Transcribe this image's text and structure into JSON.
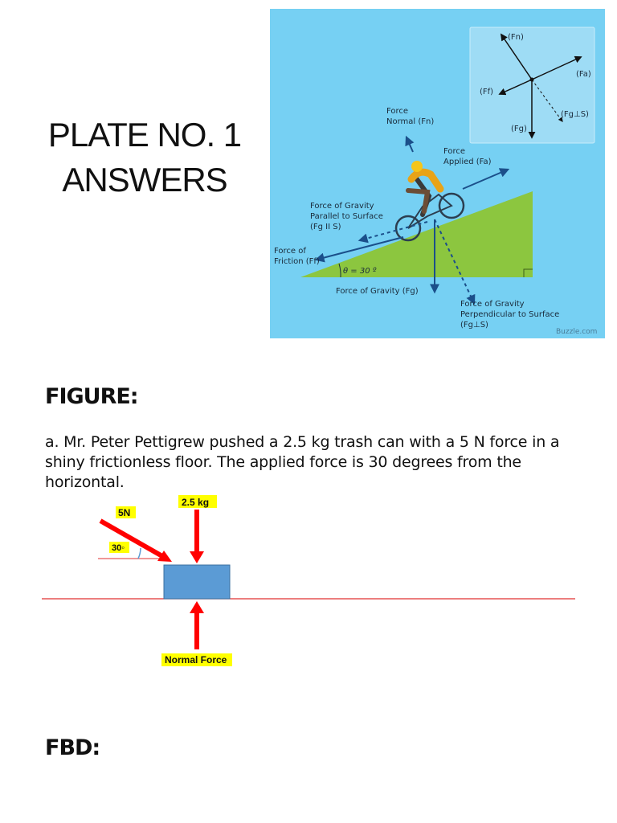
{
  "title": {
    "line1": "PLATE NO. 1",
    "line2": "ANSWERS"
  },
  "diagram": {
    "inset": {
      "fn": "(Fn)",
      "fa": "(Fa)",
      "ff": "(Ff)",
      "fg": "(Fg)",
      "fg_perp": "(Fg⊥S)"
    },
    "labels": {
      "normal": [
        "Force",
        "Normal (Fn)"
      ],
      "applied": [
        "Force",
        "Applied (Fa)"
      ],
      "parallel": [
        "Force of Gravity",
        "Parallel to Surface",
        "(Fg II S)"
      ],
      "friction": [
        "Force of",
        "Friction (Ff)"
      ],
      "angle": "θ = 30 º",
      "gravity": "Force of Gravity (Fg)",
      "perpendicular": [
        "Force of Gravity",
        "Perpendicular to Surface",
        "(Fg⊥S)"
      ],
      "watermark": "Buzzle.com"
    },
    "colors": {
      "sky": "#76d0f3",
      "slope": "#8cc63f",
      "arrow": "#1b4f8a"
    }
  },
  "figure_heading": "FIGURE:",
  "problem_text": "a. Mr. Peter Pettigrew pushed a 2.5 kg trash can with a 5 N force in a  shiny frictionless floor. The applied force is 30 degrees from the  horizontal.",
  "figure_labels": {
    "force": "5N",
    "angle": "30◦",
    "mass": "2.5 kg",
    "normal": "Normal Force"
  },
  "fbd_heading": "FBD:"
}
